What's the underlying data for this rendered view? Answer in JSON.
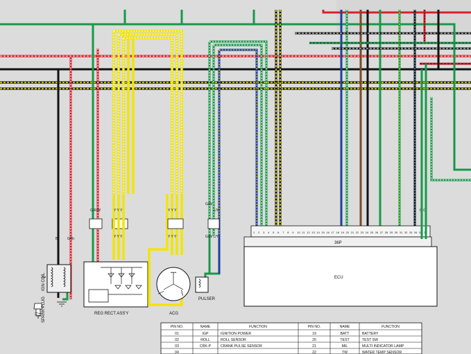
{
  "components": {
    "ecu": "ECU",
    "connector": "36P",
    "reg_rect": "REG RECT ASS'Y",
    "acg": "ACG",
    "pulser": "PULSER",
    "ign_coil": "IGN COIL",
    "spark_plug": "SPARK PLUG"
  },
  "wire_labels": {
    "coil_bl": "Bl",
    "coil_gbr": "G/Br",
    "g_rw": "G R/W",
    "reg_yyy": "Y Y Y",
    "acg_yyy": "Y Y Y",
    "gw": "G/W",
    "ly": "L/Y",
    "gw_ly": "G/W L/Y",
    "gg": "G G"
  },
  "ecu_pins": [
    "1",
    "2",
    "3",
    "4",
    "5",
    "6",
    "7",
    "8",
    "9",
    "10",
    "11",
    "12",
    "13",
    "14",
    "15",
    "16",
    "17",
    "18",
    "19",
    "20",
    "21",
    "22",
    "23",
    "24",
    "25",
    "26",
    "27",
    "28",
    "29",
    "30",
    "31",
    "32",
    "33",
    "34",
    "35",
    "36"
  ],
  "table": {
    "headers": [
      "PIN NO.",
      "NAME",
      "FUNCTION",
      "PIN NO.",
      "NAME",
      "FUNCTION"
    ],
    "rows": [
      [
        "01",
        "IGP",
        "IGNITION POWER",
        "19",
        "BATT",
        "BATTERY"
      ],
      [
        "02",
        "ROLL",
        "ROLL SENSOR",
        "20",
        "TEST",
        "TEST SW"
      ],
      [
        "03",
        "CRK-P",
        "CRANK PULSE SENSOR",
        "21",
        "MIL",
        "MULTI INDICATOR LAMP"
      ],
      [
        "04",
        "",
        "",
        "22",
        "TW",
        "WATER TEMP SENSOR"
      ]
    ]
  },
  "colors": {
    "background": "#dcdcdc",
    "green": "#16994a",
    "red": "#d8202a",
    "yellow": "#f2e500",
    "black": "#111111",
    "white": "#ffffff",
    "blue": "#1c3f9e",
    "brown": "#7a4a22",
    "purple": "#6b2d8c",
    "light_blue": "#6ec5e8",
    "pink": "#e59ab8",
    "gray": "#8a8a8a"
  }
}
